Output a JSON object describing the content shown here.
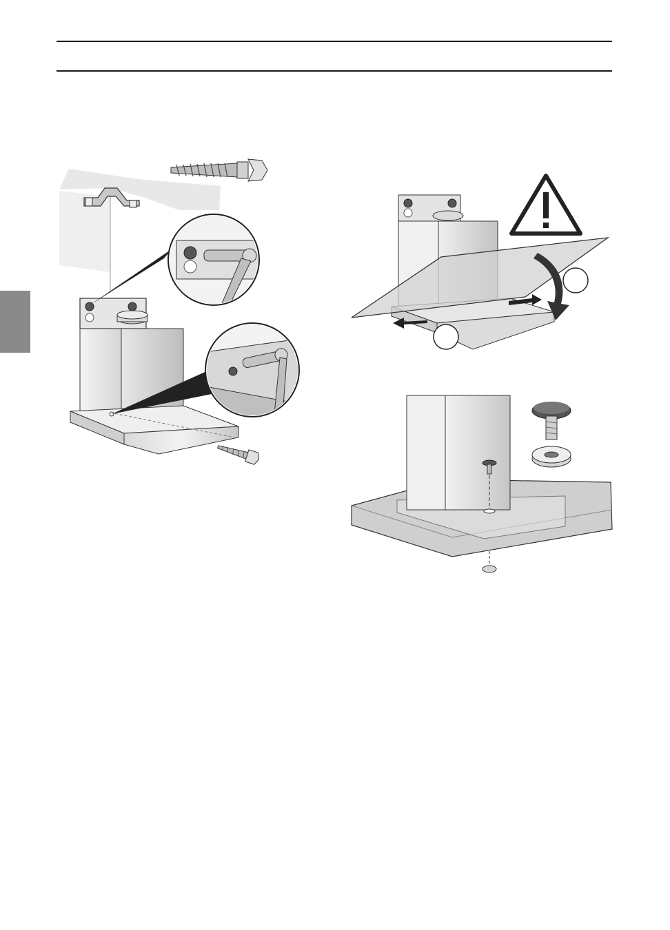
{
  "page": {
    "side_tab_color": "#8a8a8a",
    "rule_color": "#1a1a1a",
    "steel_light": "#f0f0f0",
    "steel_mid": "#d4d4d4",
    "steel_dark": "#a8a8a8",
    "glass_color": "#cfcfcf"
  },
  "figures": {
    "fig1": {
      "icon": "wall-mount-screw-illustration"
    },
    "fig2": {
      "icon": "glass-canopy-warning-illustration",
      "callout_a": "",
      "callout_b": ""
    },
    "fig3": {
      "icon": "glass-fixing-knob-illustration"
    }
  }
}
